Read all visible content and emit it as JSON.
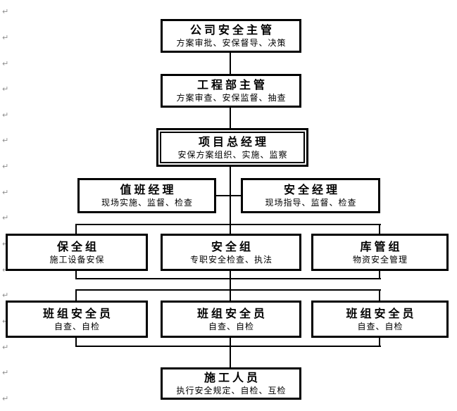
{
  "document": {
    "paragraph_mark": "↵"
  },
  "colors": {
    "background": "#ffffff",
    "line": "#000000",
    "box_border": "#000000",
    "paragraph_mark": "#909090"
  },
  "org_chart": {
    "nodes": {
      "company_safety_chief": {
        "title": "公司安全主管",
        "subtitle": "方案审批、安保督导、决策"
      },
      "engineering_dept_chief": {
        "title": "工程部主管",
        "subtitle": "方案审查、安保监督、抽查"
      },
      "project_general_manager": {
        "title": "项目总经理",
        "subtitle": "安保方案组织、实施、监察"
      },
      "duty_manager": {
        "title": "值班经理",
        "subtitle": "现场实施、监督、检查"
      },
      "safety_manager": {
        "title": "安全经理",
        "subtitle": "现场指导、监督、检查"
      },
      "security_team": {
        "title": "保全组",
        "subtitle": "施工设备安保"
      },
      "safety_team": {
        "title": "安全组",
        "subtitle": "专职安全检查、执法"
      },
      "warehouse_team": {
        "title": "库管组",
        "subtitle": "物资安全管理"
      },
      "team_safety_officer_1": {
        "title": "班组安全员",
        "subtitle": "自查、自检"
      },
      "team_safety_officer_2": {
        "title": "班组安全员",
        "subtitle": "自查、自检"
      },
      "team_safety_officer_3": {
        "title": "班组安全员",
        "subtitle": "自查、自检"
      },
      "construction_workers": {
        "title": "施工人员",
        "subtitle": "执行安全规定、自检、互检"
      }
    }
  }
}
